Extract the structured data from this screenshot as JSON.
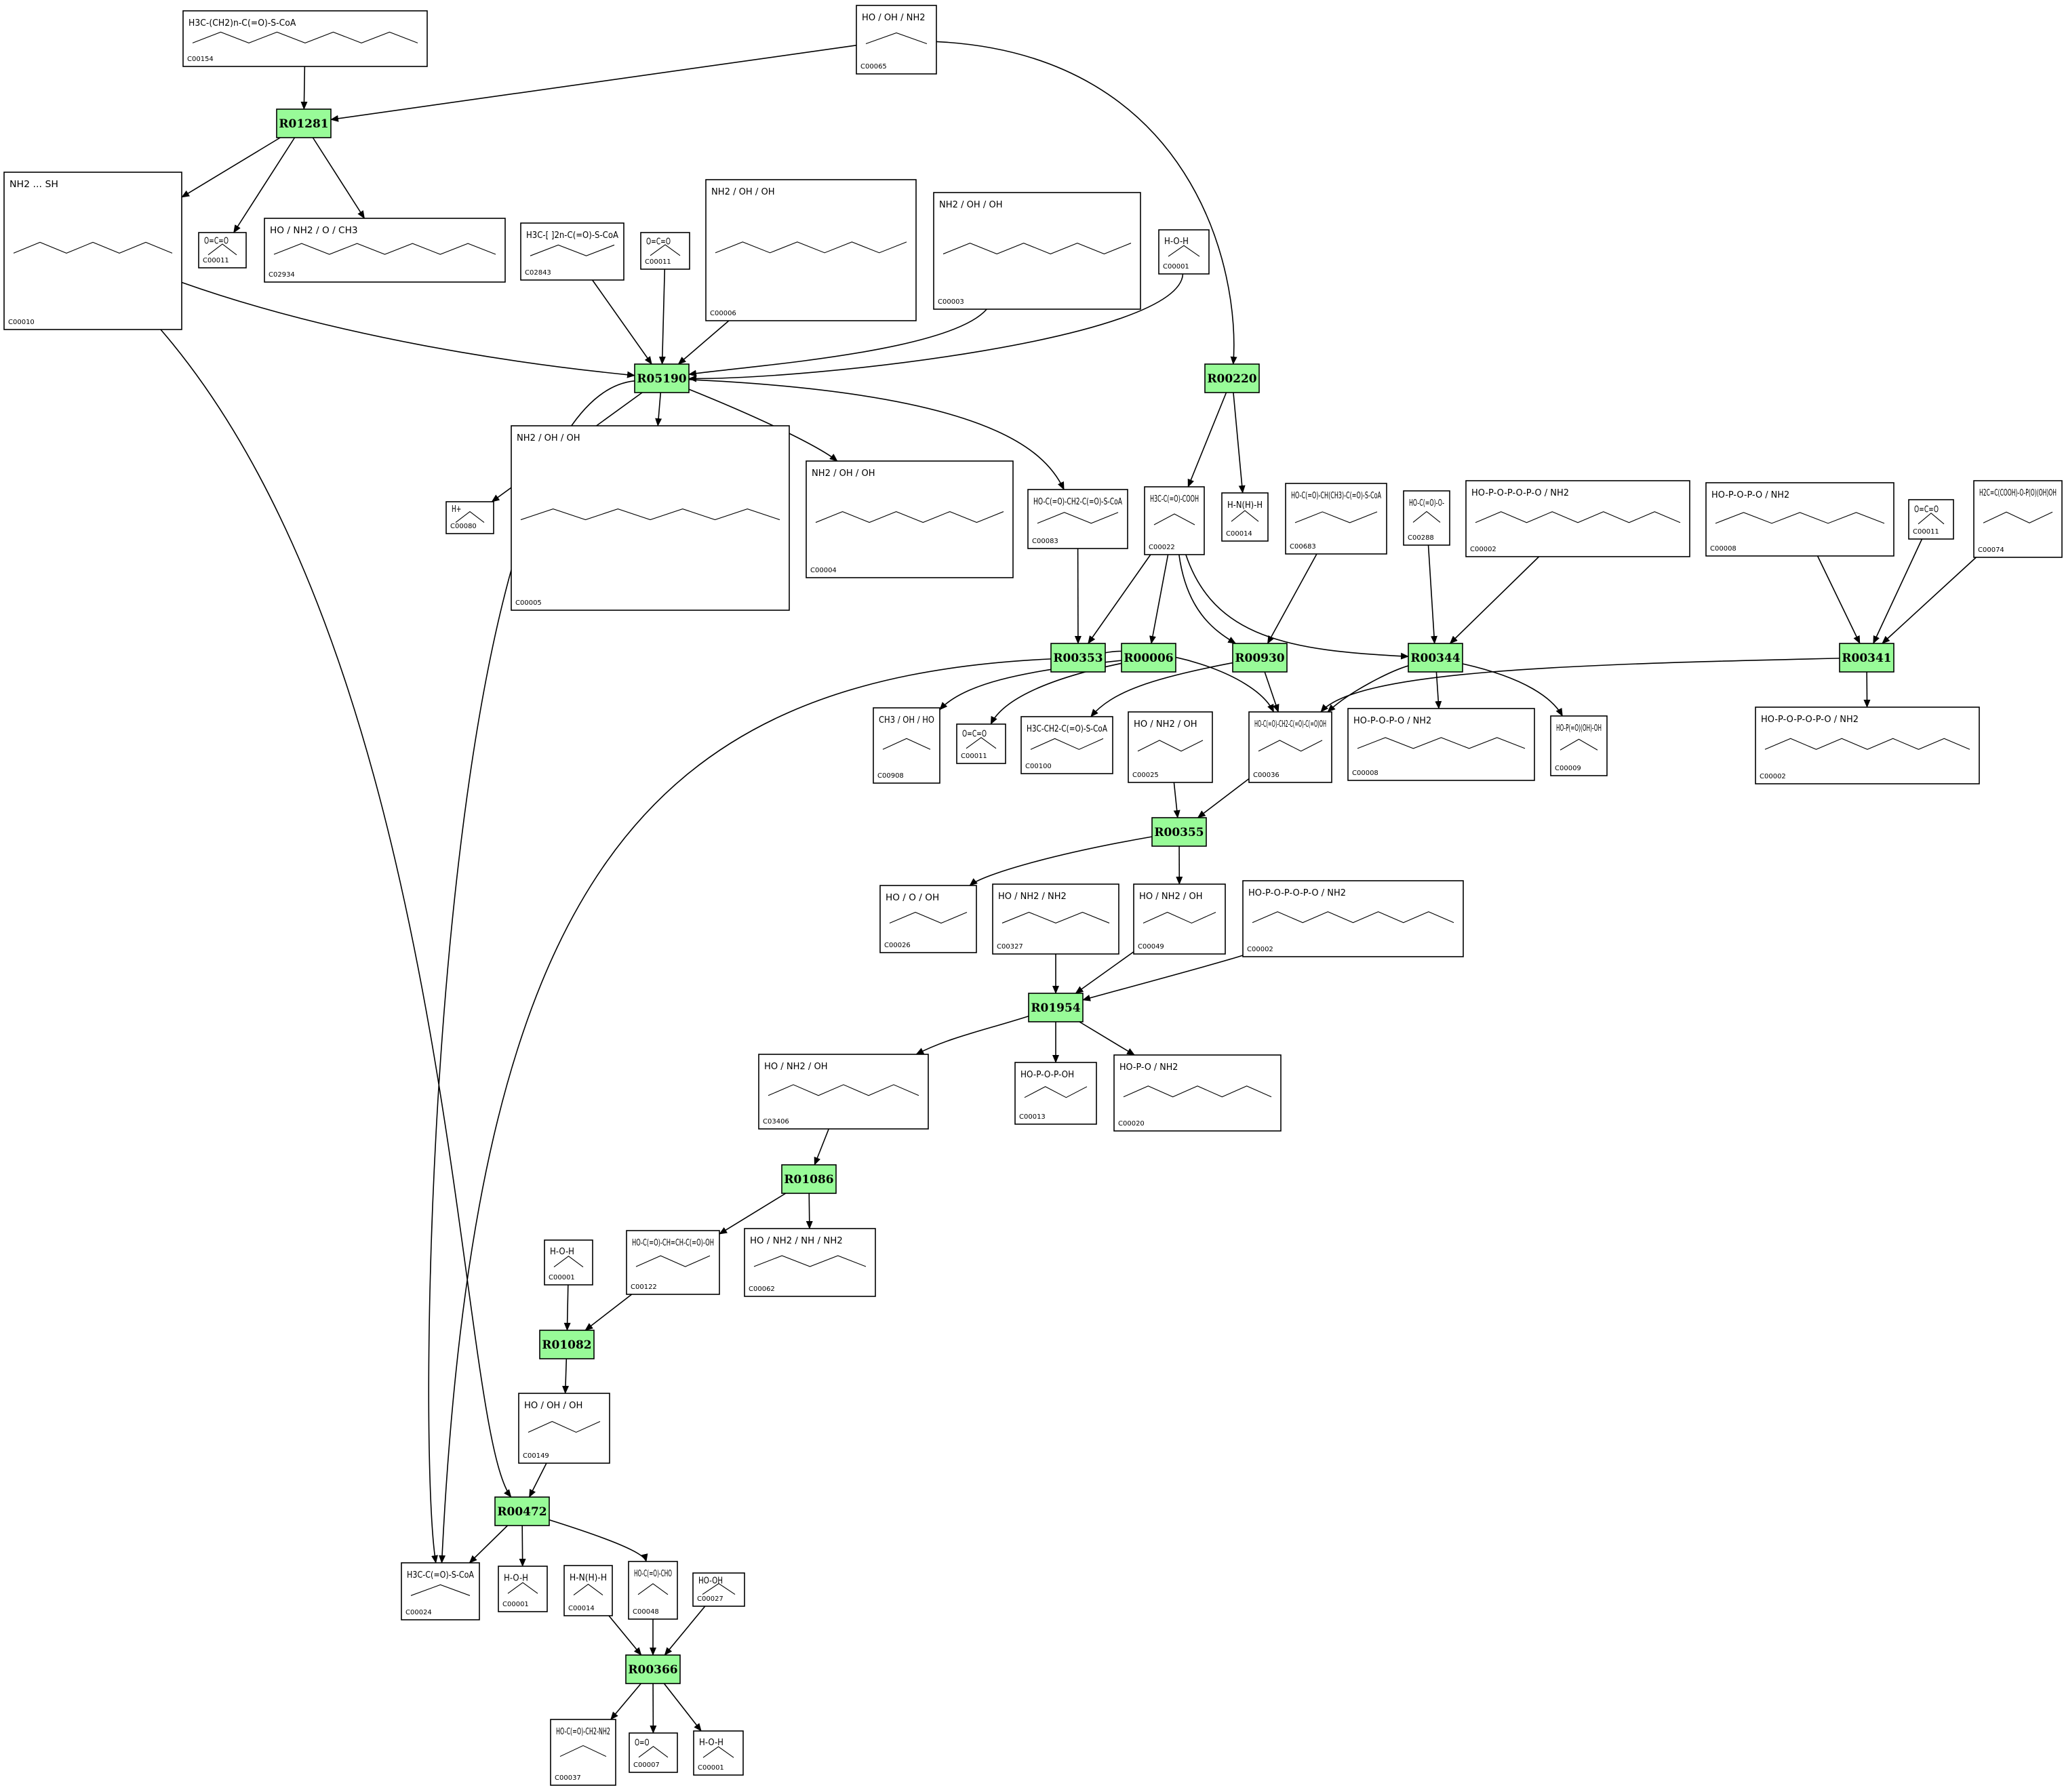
{
  "colors": {
    "reaction_fill": "#98fb98",
    "compound_fill": "#ffffff",
    "stroke": "#000000"
  },
  "reactions": [
    {
      "id": "R01281"
    },
    {
      "id": "R05190"
    },
    {
      "id": "R00220"
    },
    {
      "id": "R00353"
    },
    {
      "id": "R00006"
    },
    {
      "id": "R00930"
    },
    {
      "id": "R00344"
    },
    {
      "id": "R00341"
    },
    {
      "id": "R00355"
    },
    {
      "id": "R01954"
    },
    {
      "id": "R01086"
    },
    {
      "id": "R01082"
    },
    {
      "id": "R00472"
    },
    {
      "id": "R00366"
    }
  ],
  "compounds": [
    {
      "key": "C00154",
      "id": "C00154",
      "formula": "H3C-(CH2)n-C(=O)-S-CoA"
    },
    {
      "key": "C00065",
      "id": "C00065",
      "formula": "HO / OH / NH2"
    },
    {
      "key": "C00010",
      "id": "C00010",
      "formula": "NH2 ... SH"
    },
    {
      "key": "C00011a",
      "id": "C00011",
      "formula": "O=C=O"
    },
    {
      "key": "C02934",
      "id": "C02934",
      "formula": "HO / NH2 / O / CH3"
    },
    {
      "key": "C02843",
      "id": "C02843",
      "formula": "H3C-[ ]2n-C(=O)-S-CoA"
    },
    {
      "key": "C00011b",
      "id": "C00011",
      "formula": "O=C=O"
    },
    {
      "key": "C00006",
      "id": "C00006",
      "formula": "NH2 / OH / OH"
    },
    {
      "key": "C00003a",
      "id": "C00003",
      "formula": "NH2 / OH / OH"
    },
    {
      "key": "C00001a",
      "id": "C00001",
      "formula": "H-O-H"
    },
    {
      "key": "C00080",
      "id": "C00080",
      "formula": "H+"
    },
    {
      "key": "C00005",
      "id": "C00005",
      "formula": "NH2 / OH / OH"
    },
    {
      "key": "C00004",
      "id": "C00004",
      "formula": "NH2 / OH / OH"
    },
    {
      "key": "C00083",
      "id": "C00083",
      "formula": "HO-C(=O)-CH2-C(=O)-S-CoA"
    },
    {
      "key": "C00022",
      "id": "C00022",
      "formula": "H3C-C(=O)-COOH"
    },
    {
      "key": "C00014a",
      "id": "C00014",
      "formula": "H-N(H)-H"
    },
    {
      "key": "C00683",
      "id": "C00683",
      "formula": "HO-C(=O)-CH(CH3)-C(=O)-S-CoA"
    },
    {
      "key": "C00288",
      "id": "C00288",
      "formula": "HO-C(=O)-O-"
    },
    {
      "key": "C00002a",
      "id": "C00002",
      "formula": "HO-P-O-P-O-P-O / NH2"
    },
    {
      "key": "C00008",
      "id": "C00008",
      "formula": "HO-P-O-P-O / NH2"
    },
    {
      "key": "C00011c",
      "id": "C00011",
      "formula": "O=C=O"
    },
    {
      "key": "C00074",
      "id": "C00074",
      "formula": "H2C=C(COOH)-O-P(O)(OH)OH"
    },
    {
      "key": "C00908",
      "id": "C00908",
      "formula": "CH3 / OH / HO"
    },
    {
      "key": "C00011d",
      "id": "C00011",
      "formula": "O=C=O"
    },
    {
      "key": "C00100",
      "id": "C00100",
      "formula": "H3C-CH2-C(=O)-S-CoA"
    },
    {
      "key": "C00025",
      "id": "C00025",
      "formula": "HO / NH2 / OH"
    },
    {
      "key": "C00036",
      "id": "C00036",
      "formula": "HO-C(=O)-CH2-C(=O)-C(=O)OH"
    },
    {
      "key": "C00009a",
      "id": "C00008",
      "formula": "HO-P-O-P-O / NH2"
    },
    {
      "key": "C00009",
      "id": "C00009",
      "formula": "HO-P(=O)(OH)-OH"
    },
    {
      "key": "C00002b",
      "id": "C00002",
      "formula": "HO-P-O-P-O-P-O / NH2"
    },
    {
      "key": "C00026",
      "id": "C00026",
      "formula": "HO / O / OH"
    },
    {
      "key": "C00327",
      "id": "C00327",
      "formula": "HO / NH2 / NH2"
    },
    {
      "key": "C00049",
      "id": "C00049",
      "formula": "HO / NH2 / OH"
    },
    {
      "key": "C00002c",
      "id": "C00002",
      "formula": "HO-P-O-P-O-P-O / NH2"
    },
    {
      "key": "C03406",
      "id": "C03406",
      "formula": "HO / NH2 / OH"
    },
    {
      "key": "C00013",
      "id": "C00013",
      "formula": "HO-P-O-P-OH"
    },
    {
      "key": "C00020",
      "id": "C00020",
      "formula": "HO-P-O / NH2"
    },
    {
      "key": "C00001b",
      "id": "C00001",
      "formula": "H-O-H"
    },
    {
      "key": "C00122",
      "id": "C00122",
      "formula": "HO-C(=O)-CH=CH-C(=O)-OH"
    },
    {
      "key": "C00062",
      "id": "C00062",
      "formula": "HO / NH2 / NH / NH2"
    },
    {
      "key": "C00149",
      "id": "C00149",
      "formula": "HO / OH / OH"
    },
    {
      "key": "C00024",
      "id": "C00024",
      "formula": "H3C-C(=O)-S-CoA"
    },
    {
      "key": "C00001c",
      "id": "C00001",
      "formula": "H-O-H"
    },
    {
      "key": "C00014b",
      "id": "C00014",
      "formula": "H-N(H)-H"
    },
    {
      "key": "C00048",
      "id": "C00048",
      "formula": "HO-C(=O)-CHO"
    },
    {
      "key": "C00027",
      "id": "C00027",
      "formula": "HO-OH"
    },
    {
      "key": "C00037",
      "id": "C00037",
      "formula": "HO-C(=O)-CH2-NH2"
    },
    {
      "key": "C00007",
      "id": "C00007",
      "formula": "O=O"
    },
    {
      "key": "C00001d",
      "id": "C00001",
      "formula": "H-O-H"
    }
  ],
  "edges": [
    [
      "C00154",
      "R01281"
    ],
    [
      "C00065",
      "R01281"
    ],
    [
      "R01281",
      "C00010"
    ],
    [
      "R01281",
      "C00011a"
    ],
    [
      "R01281",
      "C02934"
    ],
    [
      "C00010",
      "R05190"
    ],
    [
      "C02843",
      "R05190"
    ],
    [
      "C00011b",
      "R05190"
    ],
    [
      "C00006",
      "R05190"
    ],
    [
      "C00003a",
      "R05190"
    ],
    [
      "C00001a",
      "R05190"
    ],
    [
      "R05190",
      "C00080"
    ],
    [
      "R05190",
      "C00005"
    ],
    [
      "R05190",
      "C00004"
    ],
    [
      "R05190",
      "C00083"
    ],
    [
      "R05190",
      "C00024"
    ],
    [
      "C00065",
      "R00220"
    ],
    [
      "R00220",
      "C00022"
    ],
    [
      "R00220",
      "C00014a"
    ],
    [
      "C00083",
      "R00353"
    ],
    [
      "C00022",
      "R00353"
    ],
    [
      "R00353",
      "C00024"
    ],
    [
      "R00353",
      "C00036"
    ],
    [
      "C00022",
      "R00006"
    ],
    [
      "R00006",
      "C00908"
    ],
    [
      "R00006",
      "C00011d"
    ],
    [
      "C00022",
      "R00930"
    ],
    [
      "C00683",
      "R00930"
    ],
    [
      "R00930",
      "C00100"
    ],
    [
      "R00930",
      "C00036"
    ],
    [
      "C00022",
      "R00344"
    ],
    [
      "C00288",
      "R00344"
    ],
    [
      "C00002a",
      "R00344"
    ],
    [
      "R00344",
      "C00036"
    ],
    [
      "R00344",
      "C00009a"
    ],
    [
      "R00344",
      "C00009"
    ],
    [
      "C00008",
      "R00341"
    ],
    [
      "C00011c",
      "R00341"
    ],
    [
      "C00074",
      "R00341"
    ],
    [
      "R00341",
      "C00036"
    ],
    [
      "R00341",
      "C00002b"
    ],
    [
      "C00025",
      "R00355"
    ],
    [
      "C00036",
      "R00355"
    ],
    [
      "R00355",
      "C00026"
    ],
    [
      "R00355",
      "C00049"
    ],
    [
      "C00327",
      "R01954"
    ],
    [
      "C00049",
      "R01954"
    ],
    [
      "C00002c",
      "R01954"
    ],
    [
      "R01954",
      "C03406"
    ],
    [
      "R01954",
      "C00013"
    ],
    [
      "R01954",
      "C00020"
    ],
    [
      "C03406",
      "R01086"
    ],
    [
      "R01086",
      "C00122"
    ],
    [
      "R01086",
      "C00062"
    ],
    [
      "C00001b",
      "R01082"
    ],
    [
      "C00122",
      "R01082"
    ],
    [
      "R01082",
      "C00149"
    ],
    [
      "C00149",
      "R00472"
    ],
    [
      "C00010",
      "R00472"
    ],
    [
      "R00472",
      "C00024"
    ],
    [
      "R00472",
      "C00001c"
    ],
    [
      "R00472",
      "C00048"
    ],
    [
      "C00014b",
      "R00366"
    ],
    [
      "C00048",
      "R00366"
    ],
    [
      "C00027",
      "R00366"
    ],
    [
      "R00366",
      "C00037"
    ],
    [
      "R00366",
      "C00007"
    ],
    [
      "R00366",
      "C00001d"
    ]
  ]
}
